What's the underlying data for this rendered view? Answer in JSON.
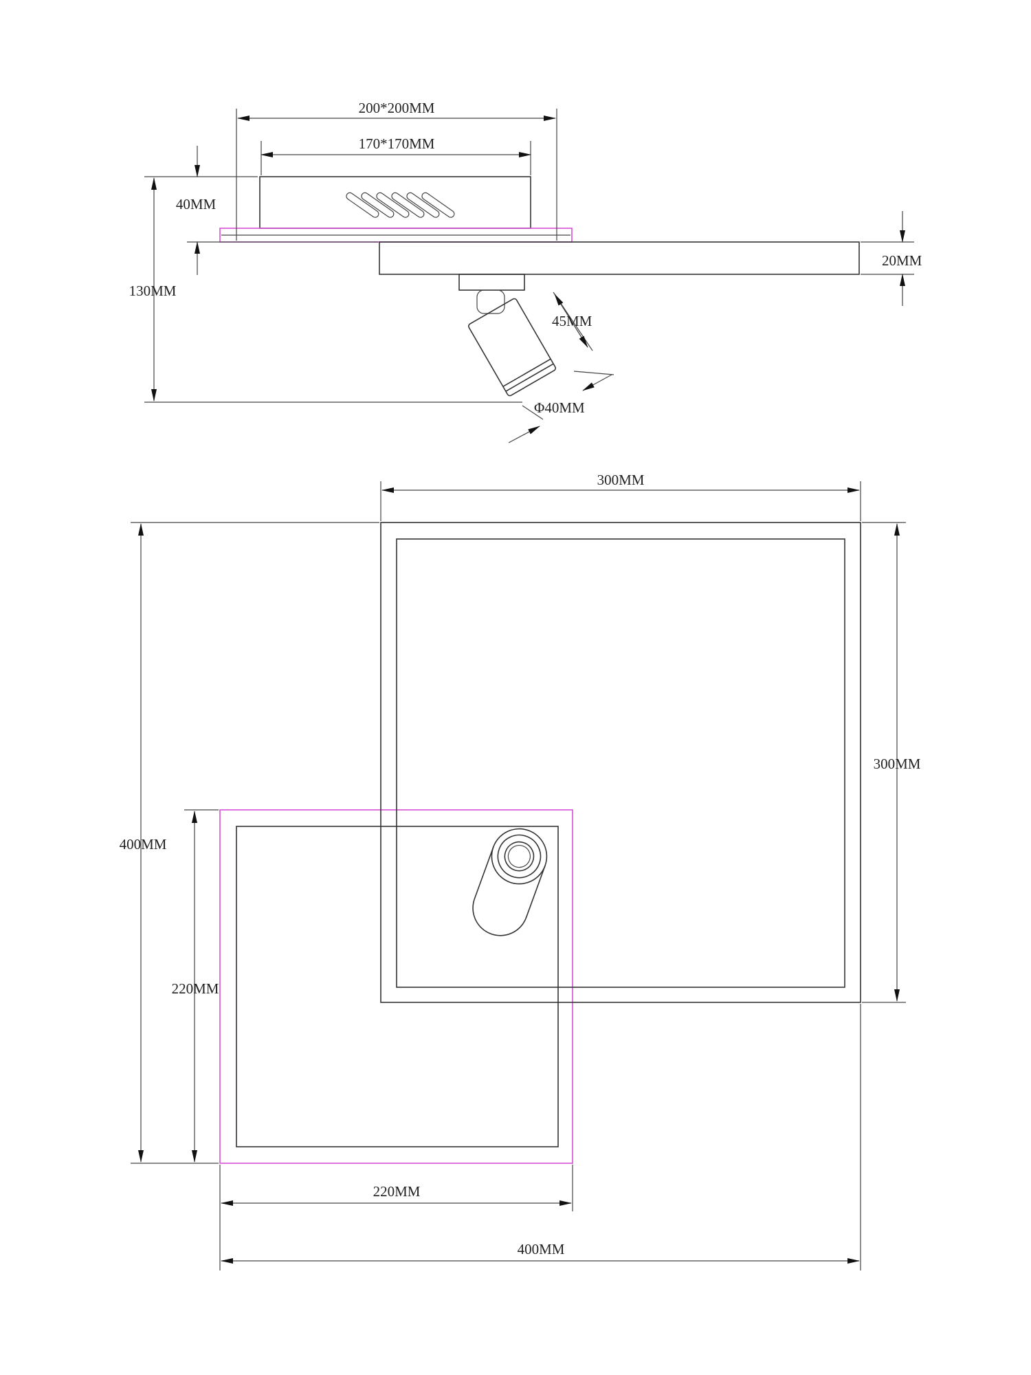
{
  "side_view": {
    "dim_base_outer": "200*200MM",
    "dim_base_inner": "170*170MM",
    "dim_box_height": "40MM",
    "dim_total_height": "130MM",
    "dim_bar_thickness": "20MM",
    "dim_spot_length": "45MM",
    "dim_spot_diameter": "Φ40MM"
  },
  "top_view": {
    "dim_large_width": "300MM",
    "dim_large_height": "300MM",
    "dim_total_height": "400MM",
    "dim_small_height": "220MM",
    "dim_small_width": "220MM",
    "dim_total_width": "400MM"
  },
  "colors": {
    "line": "#333333",
    "accent_outline": "#d84fd6"
  }
}
